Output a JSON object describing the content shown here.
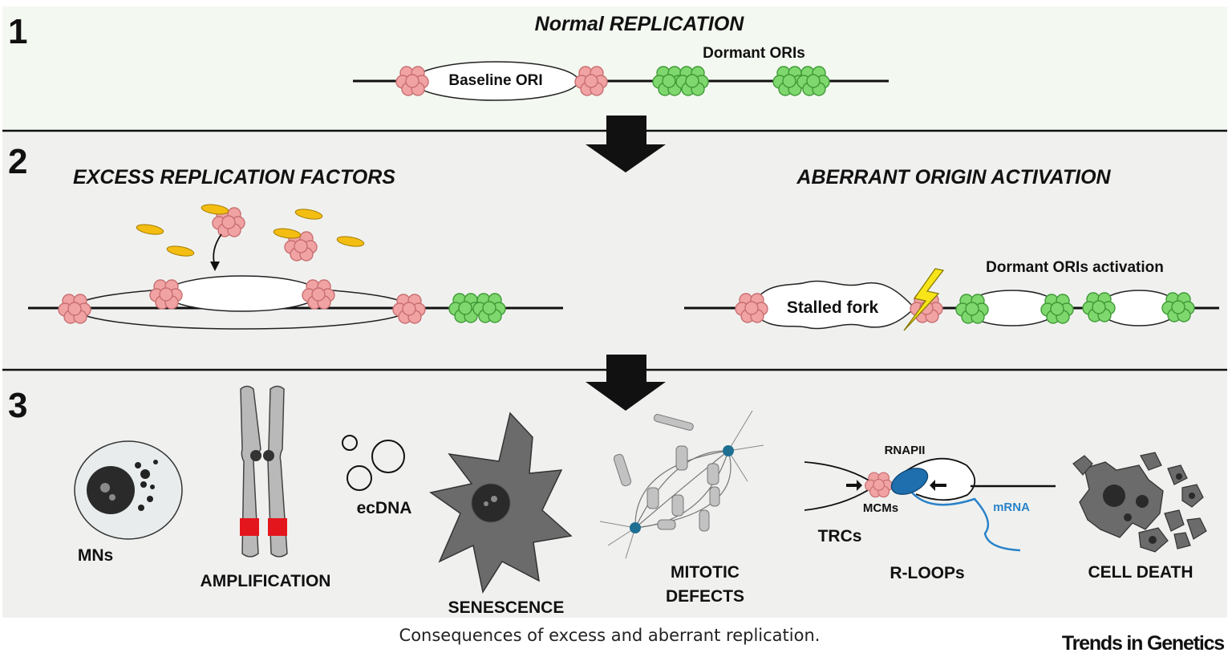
{
  "panels": {
    "p1": {
      "number": "1",
      "title": "Normal REPLICATION",
      "baseline_label": "Baseline ORI",
      "dormant_label": "Dormant ORIs"
    },
    "p2": {
      "number": "2",
      "left_title": "EXCESS REPLICATION FACTORS",
      "right_title": "ABERRANT ORIGIN ACTIVATION",
      "stalled_label": "Stalled fork",
      "dormant_activation_label": "Dormant ORIs activation"
    },
    "p3": {
      "number": "3",
      "mns": "MNs",
      "amplification": "AMPLIFICATION",
      "ecdna": "ecDNA",
      "senescence": "SENESCENCE",
      "mitotic1": "MITOTIC",
      "mitotic2": "DEFECTS",
      "rnapii": "RNAPII",
      "mcms": "MCMs",
      "mrna": "mRNA",
      "trcs": "TRCs",
      "rloops": "R-LOOPs",
      "cell_death": "CELL DEATH"
    }
  },
  "caption": "Consequences of excess and aberrant replication.",
  "brand": "Trends in Genetics",
  "colors": {
    "panel_bg1": "#f3f8f0",
    "panel_bg": "#f0f1ef",
    "mcm_pink": "#f1a3a4",
    "mcm_green": "#7fd86e",
    "factor_yellow": "#f3bd12",
    "lightning": "#f7e51a",
    "red_band": "#e4161d",
    "cell_gray": "#6b6b6b",
    "rnapii_blue": "#1f6fae",
    "mrna_blue": "#2a82c8"
  }
}
